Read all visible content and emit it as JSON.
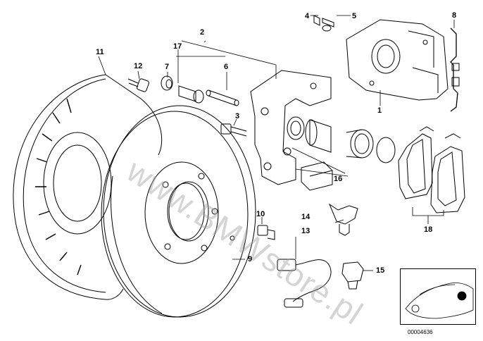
{
  "callouts": [
    {
      "id": "c1",
      "text": "1"
    },
    {
      "id": "c2",
      "text": "2"
    },
    {
      "id": "c3",
      "text": "3"
    },
    {
      "id": "c4",
      "text": "4"
    },
    {
      "id": "c5",
      "text": "5"
    },
    {
      "id": "c6",
      "text": "6"
    },
    {
      "id": "c7",
      "text": "7"
    },
    {
      "id": "c8",
      "text": "8"
    },
    {
      "id": "c9",
      "text": "9"
    },
    {
      "id": "c10",
      "text": "10"
    },
    {
      "id": "c11",
      "text": "11"
    },
    {
      "id": "c12",
      "text": "12"
    },
    {
      "id": "c13",
      "text": "13"
    },
    {
      "id": "c14",
      "text": "14"
    },
    {
      "id": "c15",
      "text": "15"
    },
    {
      "id": "c16",
      "text": "16"
    },
    {
      "id": "c17",
      "text": "17"
    },
    {
      "id": "c18",
      "text": "18"
    }
  ],
  "watermark": "www.BMWstore.pl",
  "diagram_id": "00004636",
  "colors": {
    "line": "#000000",
    "background": "#ffffff",
    "watermark": "#a0a0a0"
  }
}
